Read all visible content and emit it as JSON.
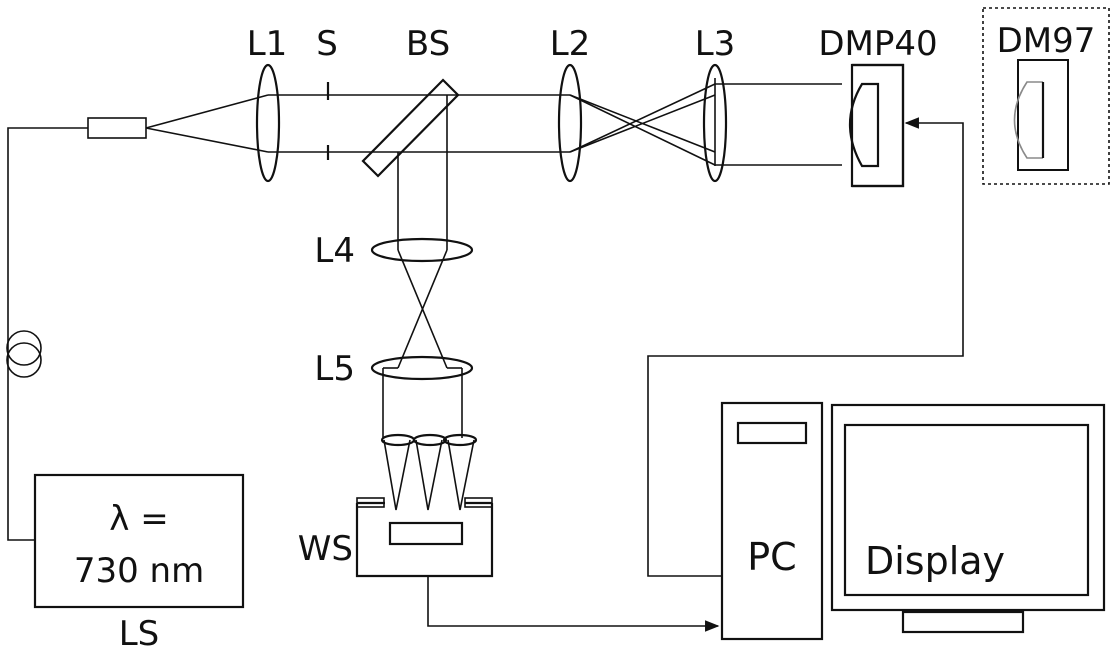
{
  "labels": {
    "l1": "L1",
    "s": "S",
    "bs": "BS",
    "l2": "L2",
    "l3": "L3",
    "dmp40": "DMP40",
    "dm97": "DM97",
    "l4": "L4",
    "l5": "L5",
    "ws": "WS",
    "ls": "LS",
    "pc": "PC",
    "display": "Display"
  },
  "laser": {
    "wavelength_line1": "λ =",
    "wavelength_line2": "730 nm"
  }
}
